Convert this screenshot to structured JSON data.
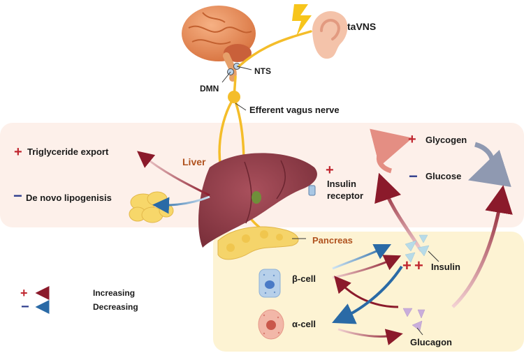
{
  "labels": {
    "tavns": "taVNS",
    "nts": "NTS",
    "dmn": "DMN",
    "efferent": "Efferent vagus nerve",
    "liver": "Liver",
    "triglyceride": "Triglyceride export",
    "lipogenesis": "De novo lipogenisis",
    "insulin_receptor_1": "Insulin",
    "insulin_receptor_2": "receptor",
    "glycogen": "Glycogen",
    "glucose": "Glucose",
    "pancreas": "Pancreas",
    "beta_cell": "β-cell",
    "alpha_cell": "α-cell",
    "insulin": "Insulin",
    "glucagon": "Glucagon",
    "legend_increasing": "Increasing",
    "legend_decreasing": "Decreasing"
  },
  "symbols": {
    "plus": "+",
    "minus": "−"
  },
  "colors": {
    "increase": "#8b1a2b",
    "decrease": "#2a6aa6",
    "nerve": "#f4bd2a",
    "liver_panel": "#fdf0ea",
    "pancreas_panel": "#fdf3d3",
    "liver": "#8c3b45",
    "pancreas": "#f5d46a",
    "brain": "#e98a5a",
    "orange_label": "#b0521e"
  }
}
